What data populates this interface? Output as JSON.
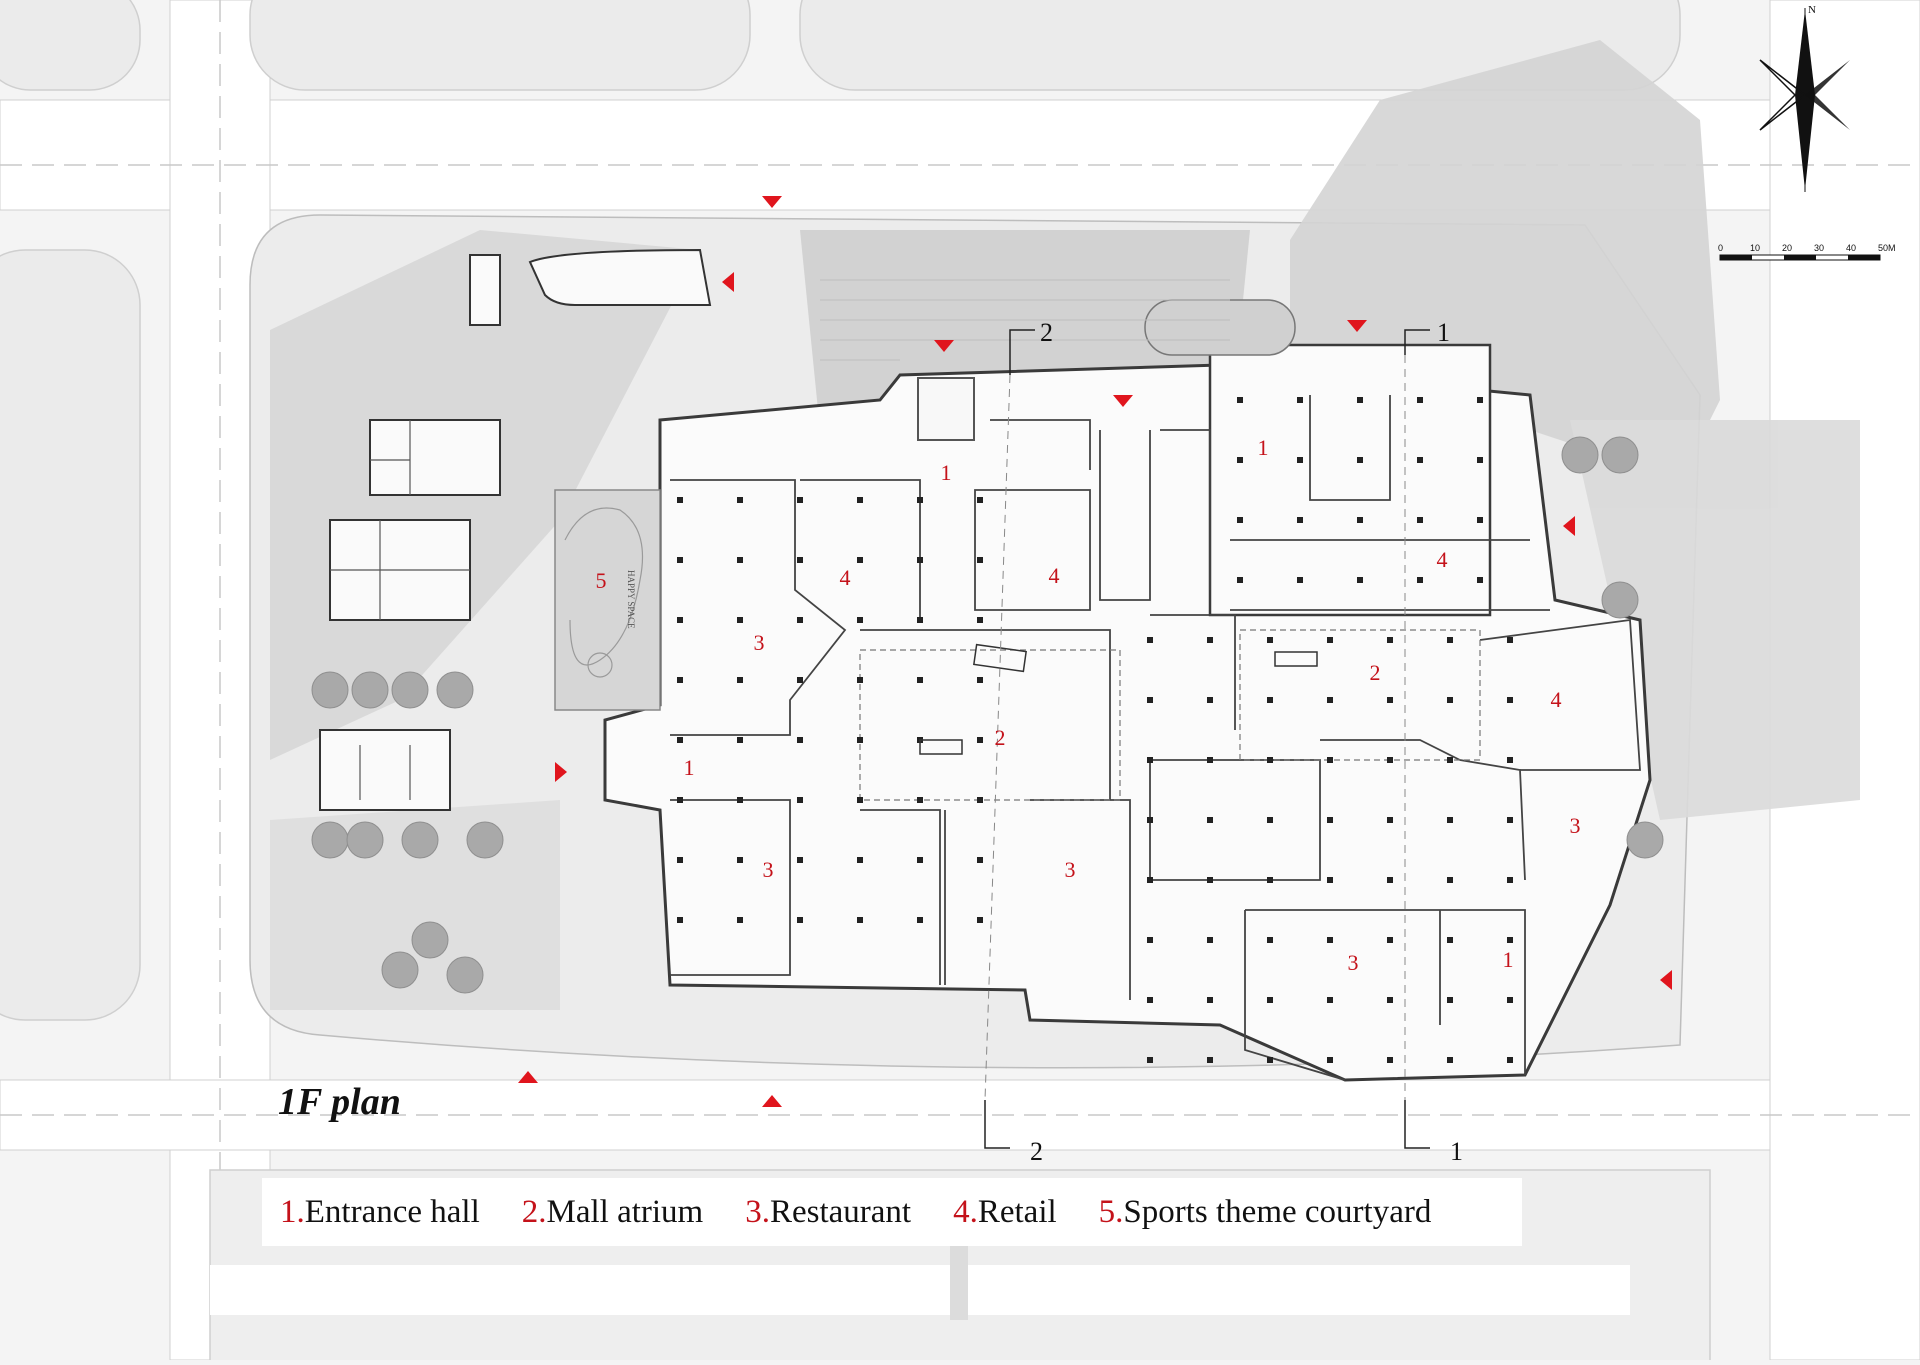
{
  "plan": {
    "title": "1F plan",
    "accent_color": "#c4121a",
    "room_labels": [
      {
        "id": "entrance-north",
        "num": "1"
      },
      {
        "id": "entrance-west",
        "num": "1"
      },
      {
        "id": "entrance-northeast",
        "num": "1"
      },
      {
        "id": "entrance-southeast",
        "num": "1"
      },
      {
        "id": "atrium-center",
        "num": "2"
      },
      {
        "id": "atrium-east",
        "num": "2"
      },
      {
        "id": "restaurant-west",
        "num": "3"
      },
      {
        "id": "restaurant-southwest",
        "num": "3"
      },
      {
        "id": "restaurant-south",
        "num": "3"
      },
      {
        "id": "restaurant-east",
        "num": "3"
      },
      {
        "id": "restaurant-southeast",
        "num": "3"
      },
      {
        "id": "retail-west",
        "num": "4"
      },
      {
        "id": "retail-center",
        "num": "4"
      },
      {
        "id": "retail-northeast",
        "num": "4"
      },
      {
        "id": "retail-east",
        "num": "4"
      },
      {
        "id": "courtyard",
        "num": "5"
      }
    ],
    "section_markers": [
      "2",
      "1",
      "2",
      "1"
    ],
    "courtyard_text": "HAPPY SPACE"
  },
  "legend": [
    {
      "num": "1.",
      "label": "Entrance hall"
    },
    {
      "num": "2.",
      "label": "Mall atrium"
    },
    {
      "num": "3.",
      "label": "Restaurant"
    },
    {
      "num": "4.",
      "label": "Retail"
    },
    {
      "num": "5.",
      "label": "Sports theme courtyard"
    }
  ],
  "compass": {
    "label": "N",
    "icon": "north-arrow-icon"
  },
  "scale_bar": {
    "labels": [
      "0",
      "10",
      "20",
      "30",
      "40",
      "50M"
    ]
  }
}
